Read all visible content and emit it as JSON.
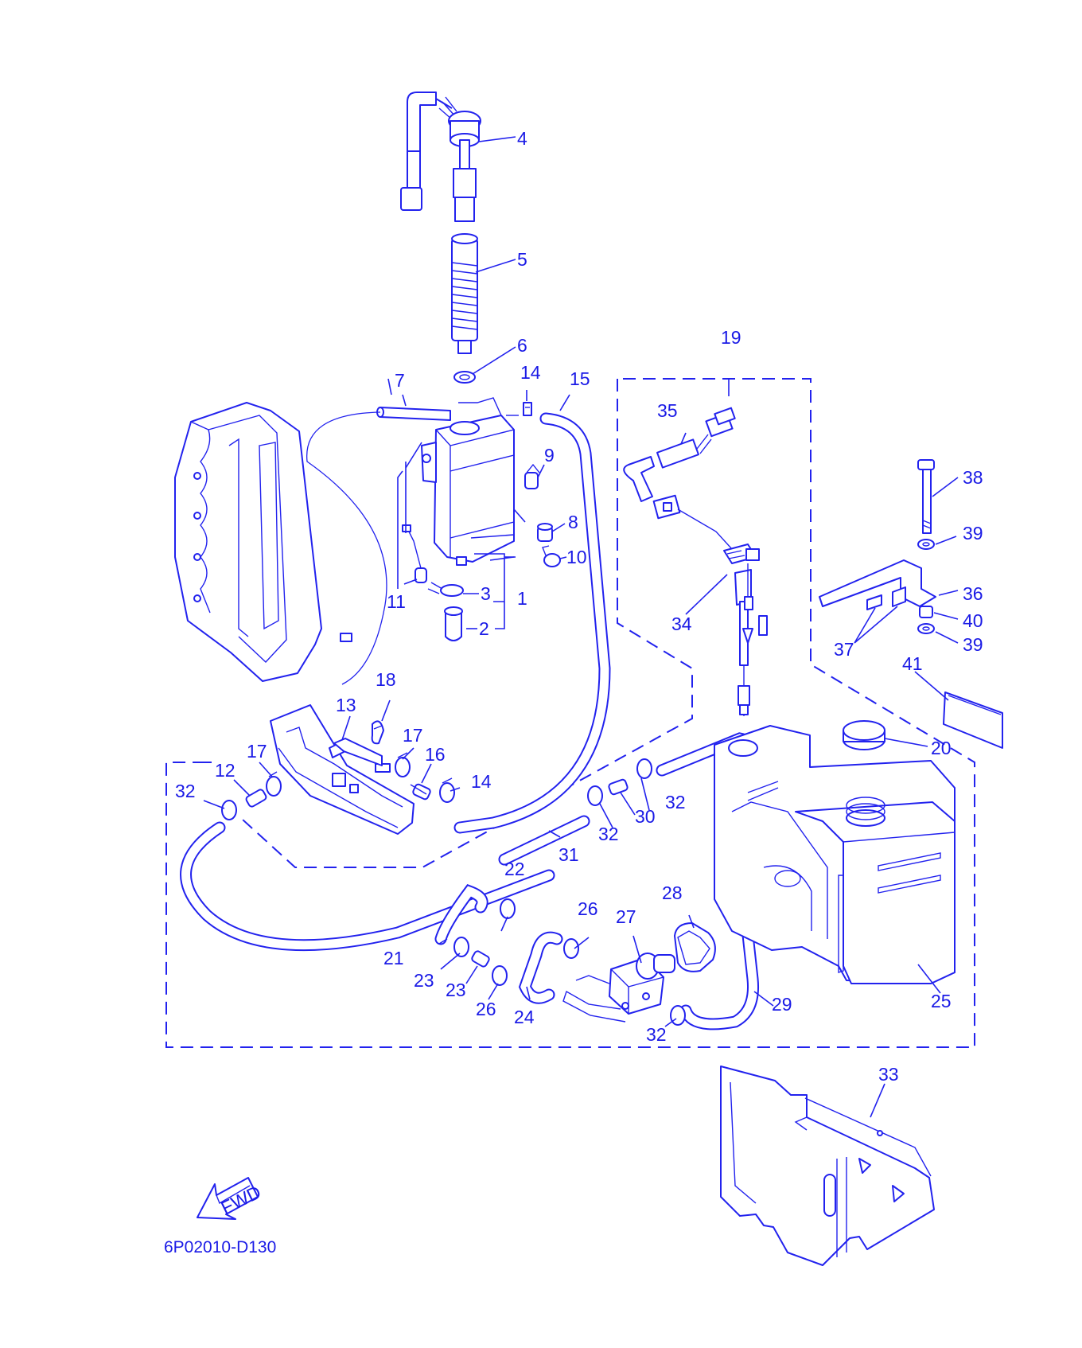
{
  "diagram": {
    "drawing_code": "6P02010-D130",
    "direction_arrow_text": "FWD",
    "line_color": "#2222ee",
    "text_color": "#1a1ae6",
    "callouts": [
      {
        "id": "c1",
        "text": "1"
      },
      {
        "id": "c2",
        "text": "2"
      },
      {
        "id": "c3",
        "text": "3"
      },
      {
        "id": "c4",
        "text": "4"
      },
      {
        "id": "c5",
        "text": "5"
      },
      {
        "id": "c6",
        "text": "6"
      },
      {
        "id": "c7",
        "text": "7"
      },
      {
        "id": "c8",
        "text": "8"
      },
      {
        "id": "c9",
        "text": "9"
      },
      {
        "id": "c10",
        "text": "10"
      },
      {
        "id": "c11",
        "text": "11"
      },
      {
        "id": "c12",
        "text": "12"
      },
      {
        "id": "c13",
        "text": "13"
      },
      {
        "id": "c14a",
        "text": "14"
      },
      {
        "id": "c14b",
        "text": "14"
      },
      {
        "id": "c15",
        "text": "15"
      },
      {
        "id": "c16",
        "text": "16"
      },
      {
        "id": "c17a",
        "text": "17"
      },
      {
        "id": "c17b",
        "text": "17"
      },
      {
        "id": "c18",
        "text": "18"
      },
      {
        "id": "c19",
        "text": "19"
      },
      {
        "id": "c20",
        "text": "20"
      },
      {
        "id": "c21",
        "text": "21"
      },
      {
        "id": "c22",
        "text": "22"
      },
      {
        "id": "c23a",
        "text": "23"
      },
      {
        "id": "c23b",
        "text": "23"
      },
      {
        "id": "c24",
        "text": "24"
      },
      {
        "id": "c25",
        "text": "25"
      },
      {
        "id": "c26a",
        "text": "26"
      },
      {
        "id": "c26b",
        "text": "26"
      },
      {
        "id": "c27",
        "text": "27"
      },
      {
        "id": "c28",
        "text": "28"
      },
      {
        "id": "c29",
        "text": "29"
      },
      {
        "id": "c30",
        "text": "30"
      },
      {
        "id": "c31",
        "text": "31"
      },
      {
        "id": "c32a",
        "text": "32"
      },
      {
        "id": "c32b",
        "text": "32"
      },
      {
        "id": "c32c",
        "text": "32"
      },
      {
        "id": "c32d",
        "text": "32"
      },
      {
        "id": "c33",
        "text": "33"
      },
      {
        "id": "c34",
        "text": "34"
      },
      {
        "id": "c35",
        "text": "35"
      },
      {
        "id": "c36",
        "text": "36"
      },
      {
        "id": "c37",
        "text": "37"
      },
      {
        "id": "c38",
        "text": "38"
      },
      {
        "id": "c39a",
        "text": "39"
      },
      {
        "id": "c39b",
        "text": "39"
      },
      {
        "id": "c40",
        "text": "40"
      },
      {
        "id": "c41",
        "text": "41"
      }
    ]
  }
}
